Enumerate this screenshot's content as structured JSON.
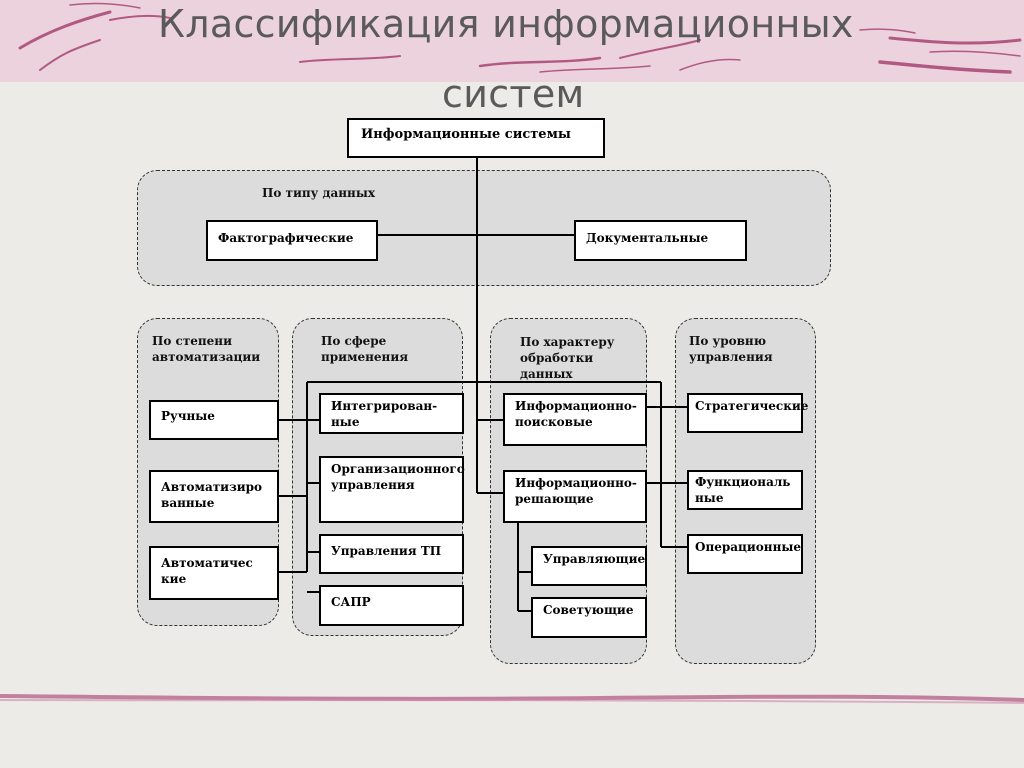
{
  "title": {
    "line1": "Классификация информационных",
    "line2": "систем"
  },
  "root": "Информационные системы",
  "groups": {
    "data_type": {
      "label": "По типу данных",
      "items": [
        "Фактографические",
        "Документальные"
      ]
    },
    "automation": {
      "label": "По степени\nавтоматизации",
      "items": [
        "Ручные",
        "Автоматизиро\nванные",
        "Автоматичес\nкие"
      ]
    },
    "application": {
      "label": "По сфере\nприменения",
      "items": [
        "Интегрирован-\nные",
        "Организационного\nуправления",
        "Управления ТП",
        "САПР"
      ]
    },
    "processing": {
      "label": "По характеру\nобработки\nданных",
      "items": [
        "Информационно-\nпоисковые",
        "Информационно-\nрешающие",
        "Управляющие",
        "Советующие"
      ]
    },
    "management": {
      "label": "По уровню\nуправления",
      "items": [
        "Стратегические",
        "Функциональ\nные",
        "Операционные"
      ]
    }
  },
  "colors": {
    "banner": "#ecd2dd",
    "stroke": "#a84473",
    "group_fill": "#dcdcdc"
  }
}
